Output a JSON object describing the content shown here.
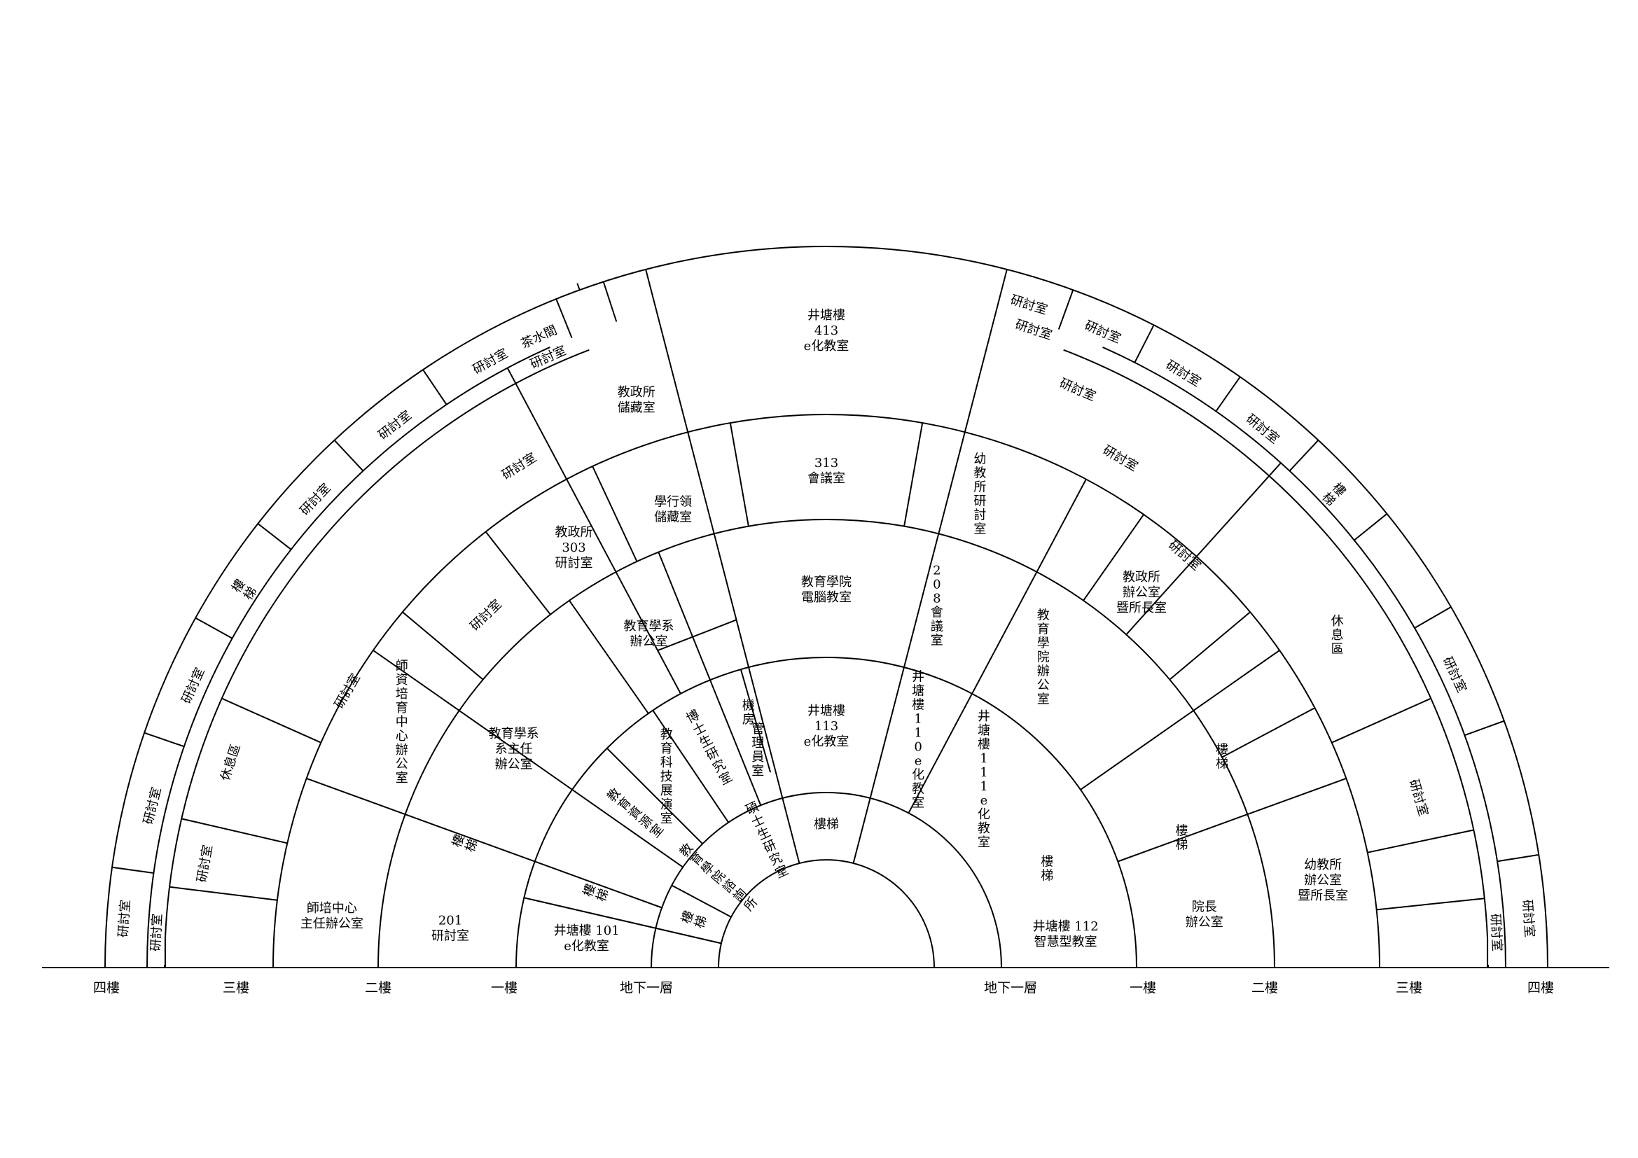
{
  "floor_labels": {
    "left": [
      "四樓",
      "三樓",
      "二樓",
      "一樓",
      "地下一層"
    ],
    "right": [
      "地下一層",
      "一樓",
      "二樓",
      "三樓",
      "四樓"
    ]
  },
  "rooms": {
    "r4_413": [
      "井塘樓",
      "413",
      "e化教室"
    ],
    "r4_tea": [
      "茶水間"
    ],
    "r4_l1": [
      "研討室"
    ],
    "r4_l2": [
      "研討室"
    ],
    "r4_l3": [
      "研討室"
    ],
    "r4_stair_l": [
      "樓梯"
    ],
    "r4_l4": [
      "研討室"
    ],
    "r4_l5": [
      "研討室"
    ],
    "r4_r1": [
      "研討室"
    ],
    "r4_r2": [
      "研討室"
    ],
    "r4_r3": [
      "研討室"
    ],
    "r4_r4": [
      "研討室"
    ],
    "r4_stair_r": [
      "樓梯"
    ],
    "r4_r5": [
      "研討室"
    ],
    "r4_r6": [
      "研討室"
    ],
    "r3_313": [
      "313",
      "會議室"
    ],
    "r3_edpol_store": [
      "教政所",
      "儲藏室"
    ],
    "r3_admin_store": [
      "學行領",
      "儲藏室"
    ],
    "r3_l_sem1": [
      "研討室"
    ],
    "r3_l_sem2": [
      "研討室"
    ],
    "r3_l_sem3": [
      "研討室"
    ],
    "r3_303": [
      "教政所",
      "303",
      "研討室"
    ],
    "r3_l_sem4": [
      "研討室"
    ],
    "r3_l_sem5": [
      "研討室"
    ],
    "r3_rest_l": [
      "休息區"
    ],
    "r3_train": [
      "師培中心",
      "主任辦公室"
    ],
    "r3_r_sem1": [
      "研討室"
    ],
    "r3_r_sem2": [
      "研討室"
    ],
    "r3_r_sem3": [
      "研討室"
    ],
    "r3_r_sem4": [
      "研討室"
    ],
    "r3_edu_lab": [
      "幼教所研討室"
    ],
    "r3_edpol_office": [
      "教政所",
      "辦公室",
      "暨所長室"
    ],
    "r3_rest_r": [
      "休息區"
    ],
    "r3_r_sem5": [
      "研討室"
    ],
    "r3_ece_office": [
      "幼教所",
      "辦公室",
      "暨所長室"
    ],
    "r3_r_sem6": [
      "研討室"
    ],
    "r2_comp": [
      "教育學院",
      "電腦教室"
    ],
    "r2_dept": [
      "教育學系",
      "辦公室"
    ],
    "r2_train_office": [
      "師資培育中心辦公室"
    ],
    "r2_chair": [
      "教育學系",
      "系主任",
      "辦公室"
    ],
    "r2_stair_l": [
      "樓梯"
    ],
    "r2_201": [
      "201",
      "研討室"
    ],
    "r2_208": [
      "208",
      "會議室"
    ],
    "r2_college": [
      "教育學院辦公室"
    ],
    "r2_stair_r": [
      "樓梯"
    ],
    "r2_dean": [
      "院長",
      "辦公室"
    ],
    "r1_113": [
      "井塘樓",
      "113",
      "e化教室"
    ],
    "r1_machine": [
      "機房"
    ],
    "r1_admin": [
      "管理員室"
    ],
    "r1_phd": [
      "博士生研究室"
    ],
    "r1_tech": [
      "教育科技展演室"
    ],
    "r1_resource": [
      "教育資源室"
    ],
    "r1_stair_l": [
      "樓梯"
    ],
    "r1_101": [
      "井塘樓 101",
      "e化教室"
    ],
    "r1_110": [
      "井塘樓",
      "110",
      "e化",
      "教室"
    ],
    "r1_111": [
      "井塘樓",
      "111",
      "e化",
      "教室"
    ],
    "r1_stair_r": [
      "樓梯"
    ],
    "r1_112": [
      "井塘樓 112",
      "智慧型教室"
    ],
    "b1_stair": [
      "樓梯"
    ],
    "b1_master": [
      "碩士生研究室"
    ],
    "b1_center": [
      "教育學院諮詢所"
    ],
    "b1_stair_l": [
      "樓梯"
    ]
  }
}
